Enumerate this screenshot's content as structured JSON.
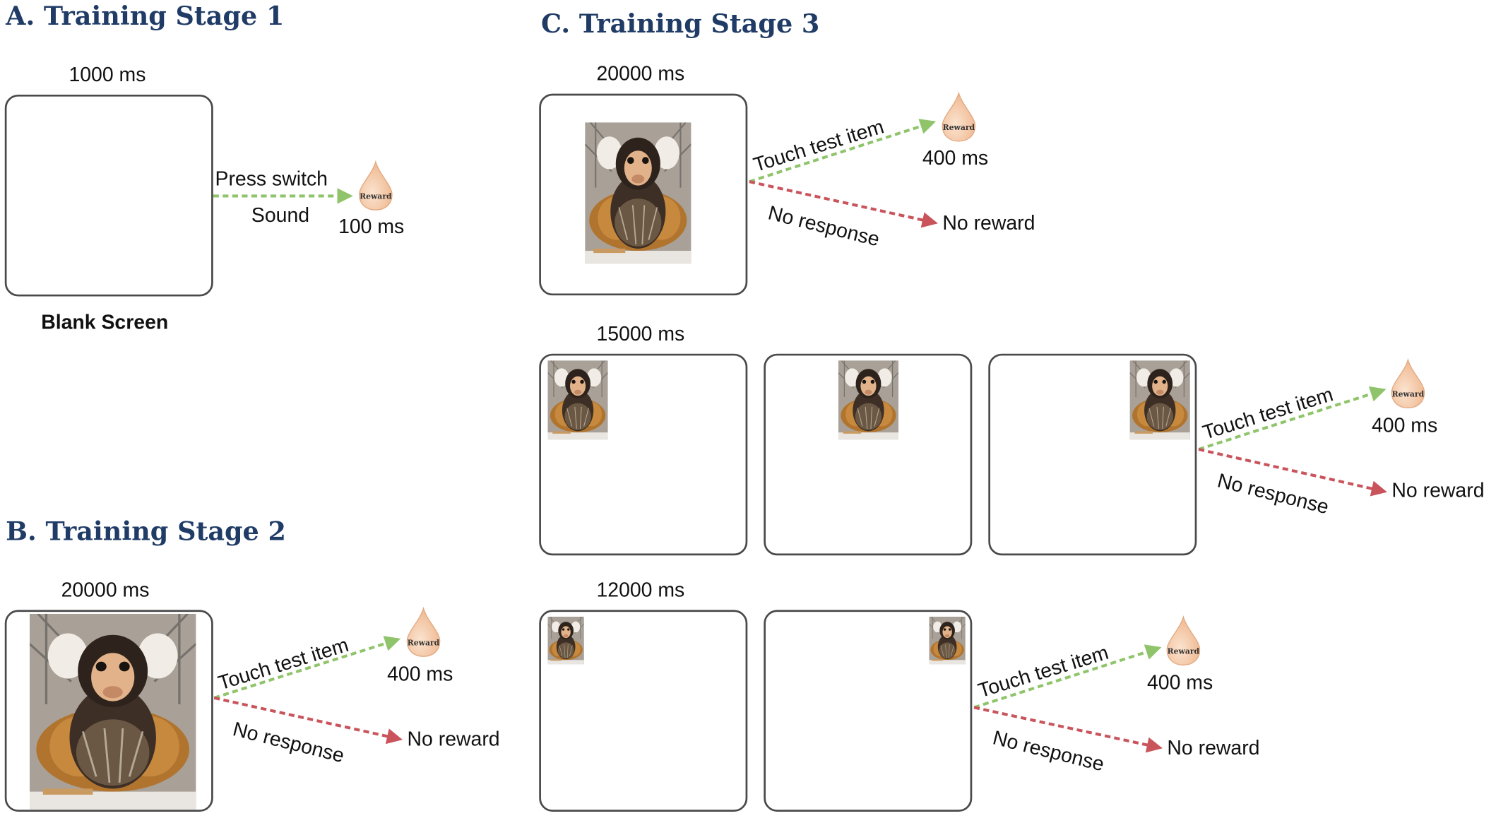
{
  "colors": {
    "heading": "#1f3b66",
    "positive_arrow": "#8fc46a",
    "negative_arrow": "#c9545c",
    "drop": "#f3c9a6",
    "frame": "#4a4a4a"
  },
  "icons": {
    "reward": "reward-drop-icon",
    "monkey": "marmoset-photo"
  },
  "panel_a": {
    "heading": "A. Training Stage 1",
    "duration": "1000 ms",
    "caption": "Blank Screen",
    "action": "Press switch",
    "feedback": "Sound",
    "reward_label": "Reward",
    "reward_duration": "100 ms"
  },
  "panel_b": {
    "heading": "B. Training Stage 2",
    "duration": "20000 ms",
    "touch": "Touch test item",
    "reward_label": "Reward",
    "reward_duration": "400 ms",
    "no_response": "No response",
    "no_reward": "No reward"
  },
  "panel_c": {
    "heading": "C. Training Stage 3",
    "rows": [
      {
        "duration": "20000 ms",
        "touch": "Touch test item",
        "reward_label": "Reward",
        "reward_duration": "400 ms",
        "no_response": "No response",
        "no_reward": "No reward"
      },
      {
        "duration": "15000 ms",
        "touch": "Touch test item",
        "reward_label": "Reward",
        "reward_duration": "400 ms",
        "no_response": "No response",
        "no_reward": "No reward"
      },
      {
        "duration": "12000 ms",
        "touch": "Touch test item",
        "reward_label": "Reward",
        "reward_duration": "400 ms",
        "no_response": "No response",
        "no_reward": "No reward"
      }
    ]
  }
}
